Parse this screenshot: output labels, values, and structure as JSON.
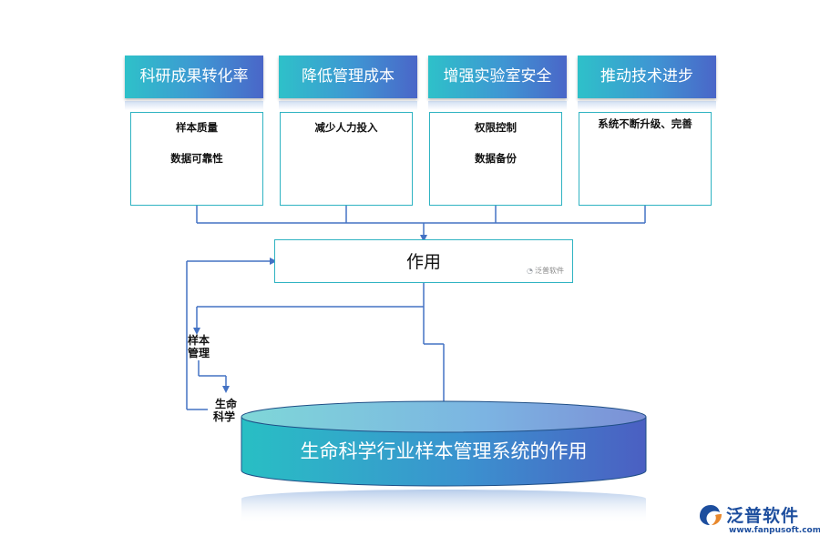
{
  "headers": [
    {
      "label": "科研成果转化率",
      "items": [
        "样本质量",
        "数据可靠性"
      ]
    },
    {
      "label": "降低管理成本",
      "items": [
        "减少人力投入"
      ]
    },
    {
      "label": "增强实验室安全",
      "items": [
        "权限控制",
        "数据备份"
      ]
    },
    {
      "label": "推动技术进步",
      "items": [
        "系统不断升级、完善"
      ]
    }
  ],
  "center": {
    "label": "作用",
    "watermark": "泛普软件"
  },
  "side": {
    "first": [
      "样本",
      "管理"
    ],
    "second": [
      "生命",
      "科学"
    ]
  },
  "cylinder": {
    "title": "生命科学行业样本管理系统的作用"
  },
  "logo": {
    "name": "泛普软件",
    "url": "www.fanpusoft.com"
  },
  "colors": {
    "accent": "#2ec1c9",
    "accent2": "#4a66c8",
    "line": "#4472c4",
    "border": "#2fb3c2",
    "brand": "#1d4e9e"
  }
}
